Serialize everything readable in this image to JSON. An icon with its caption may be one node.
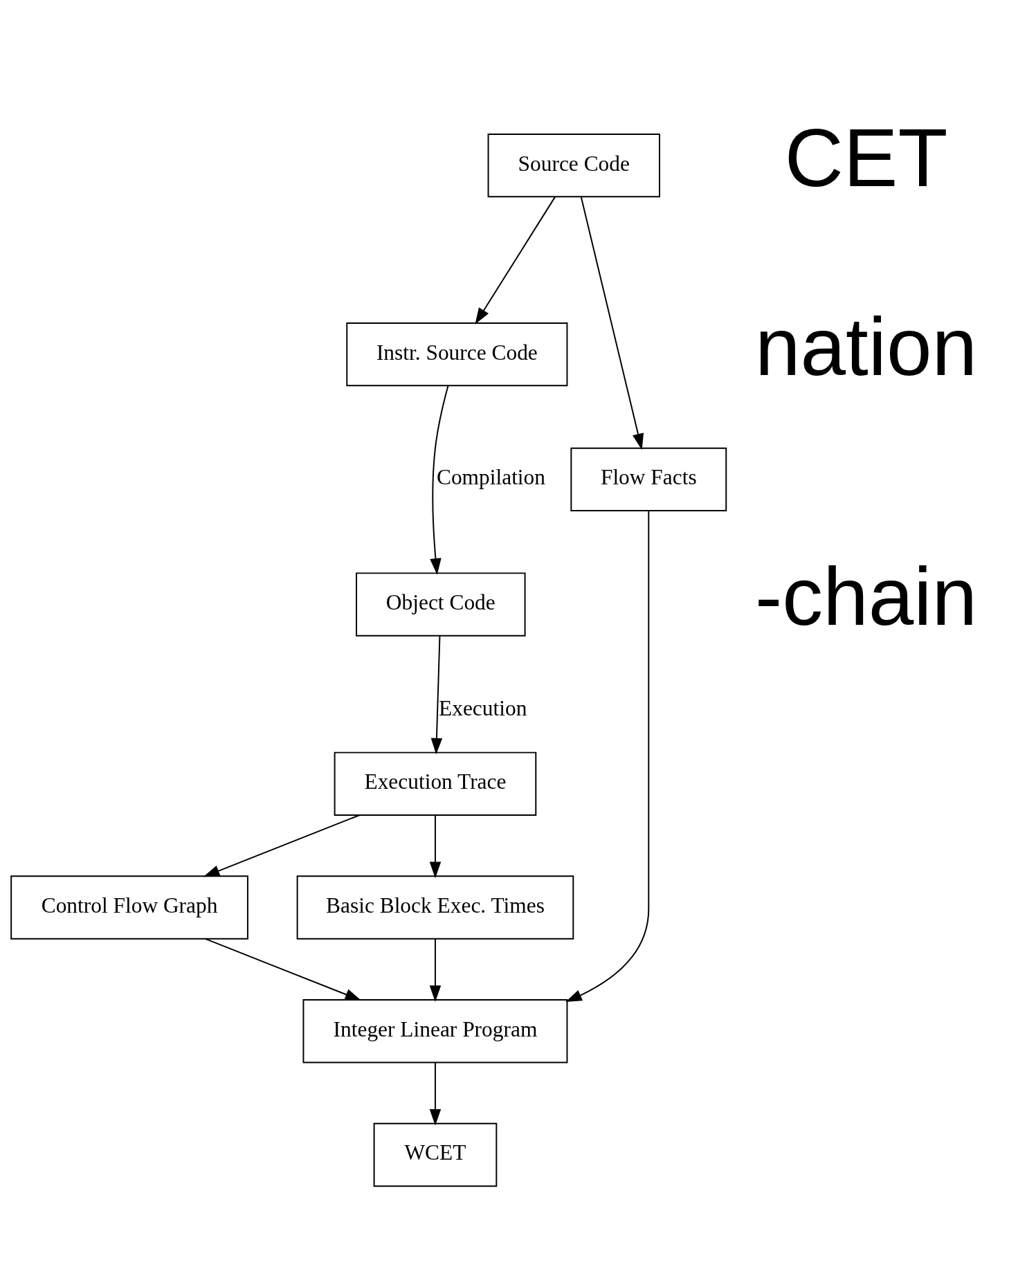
{
  "diagram": {
    "nodes": [
      {
        "text": [
          "Source Code"
        ]
      },
      {
        "text": [
          "Instr. Source Code"
        ]
      },
      {
        "text": [
          "Flow Facts"
        ]
      },
      {
        "text": [
          "Object Code"
        ]
      },
      {
        "text": [
          "Execution Trace"
        ]
      },
      {
        "text": [
          "Control Flow Graph"
        ]
      },
      {
        "text": [
          "Basic Block Exec. Times"
        ]
      },
      {
        "text": [
          "Integer Linear Program"
        ]
      },
      {
        "text": [
          "WCET"
        ]
      }
    ],
    "edges": [
      {
        "from": 0,
        "to": 1,
        "arrow": "to"
      },
      {
        "from": 0,
        "to": 2,
        "arrow": "to"
      },
      {
        "from": 1,
        "to": 3,
        "arrow": "to",
        "label": "Compilation"
      },
      {
        "from": 3,
        "to": 4,
        "arrow": "to",
        "label": "Execution"
      },
      {
        "from": 4,
        "to": 5,
        "arrow": "to"
      },
      {
        "from": 4,
        "to": 6,
        "arrow": "to"
      },
      {
        "from": 5,
        "to": 7,
        "arrow": "to"
      },
      {
        "from": 6,
        "to": 7,
        "arrow": "to"
      },
      {
        "from": 2,
        "to": 7,
        "arrow": "to"
      },
      {
        "from": 7,
        "to": 8,
        "arrow": "to"
      }
    ],
    "labels": [
      "CET",
      "nation",
      "-chain"
    ]
  }
}
